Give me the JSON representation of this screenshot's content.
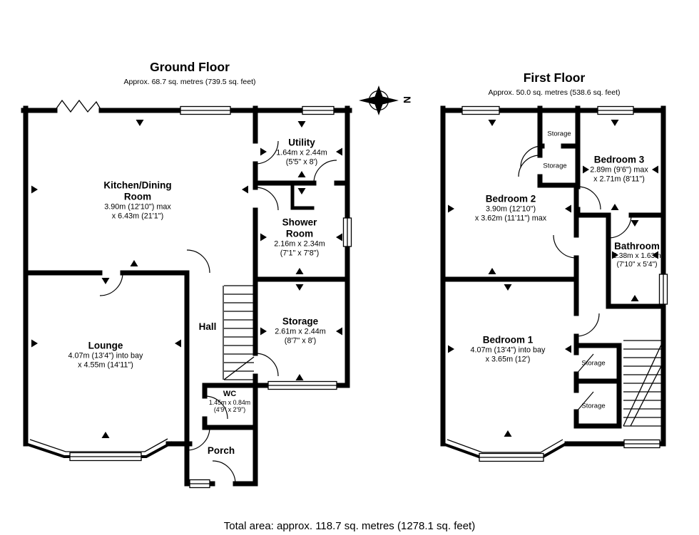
{
  "page": {
    "total_area": "Total area: approx. 118.7 sq. metres (1278.1 sq. feet)"
  },
  "compass": {
    "north_label": "N"
  },
  "ground_floor": {
    "title": "Ground Floor",
    "subtitle": "Approx. 68.7 sq. metres (739.5 sq. feet)",
    "rooms": {
      "kitchen": {
        "name": "Kitchen/Dining Room",
        "dims": [
          "3.90m (12'10\") max",
          "x 6.43m (21'1\")"
        ]
      },
      "utility": {
        "name": "Utility",
        "dims": [
          "1.64m x 2.44m",
          "(5'5\" x 8')"
        ]
      },
      "shower": {
        "name": "Shower Room",
        "dims": [
          "2.16m x 2.34m",
          "(7'1\" x 7'8\")"
        ]
      },
      "lounge": {
        "name": "Lounge",
        "dims": [
          "4.07m (13'4\") into bay",
          "x 4.55m (14'11\")"
        ]
      },
      "hall": {
        "name": "Hall"
      },
      "storage": {
        "name": "Storage",
        "dims": [
          "2.61m x 2.44m",
          "(8'7\" x 8')"
        ]
      },
      "wc": {
        "name": "WC",
        "dims": [
          "1.45m x 0.84m",
          "(4'9\" x 2'9\")"
        ]
      },
      "porch": {
        "name": "Porch"
      }
    }
  },
  "first_floor": {
    "title": "First Floor",
    "subtitle": "Approx. 50.0 sq. metres (538.6 sq. feet)",
    "rooms": {
      "bedroom2": {
        "name": "Bedroom 2",
        "dims": [
          "3.90m (12'10\")",
          "x 3.62m (11'11\") max"
        ]
      },
      "bedroom3": {
        "name": "Bedroom 3",
        "dims": [
          "2.89m (9'6\") max",
          "x 2.71m (8'11\")"
        ]
      },
      "storage_top": {
        "name": "Storage"
      },
      "storage_upper": {
        "name": "Storage"
      },
      "bathroom": {
        "name": "Bathroom",
        "dims": [
          "2.38m x 1.63m",
          "(7'10\" x 5'4\")"
        ]
      },
      "bedroom1": {
        "name": "Bedroom 1",
        "dims": [
          "4.07m (13'4\") into bay",
          "x 3.65m (12')"
        ]
      },
      "storage_right_upper": {
        "name": "Storage"
      },
      "storage_right_lower": {
        "name": "Storage"
      }
    }
  }
}
